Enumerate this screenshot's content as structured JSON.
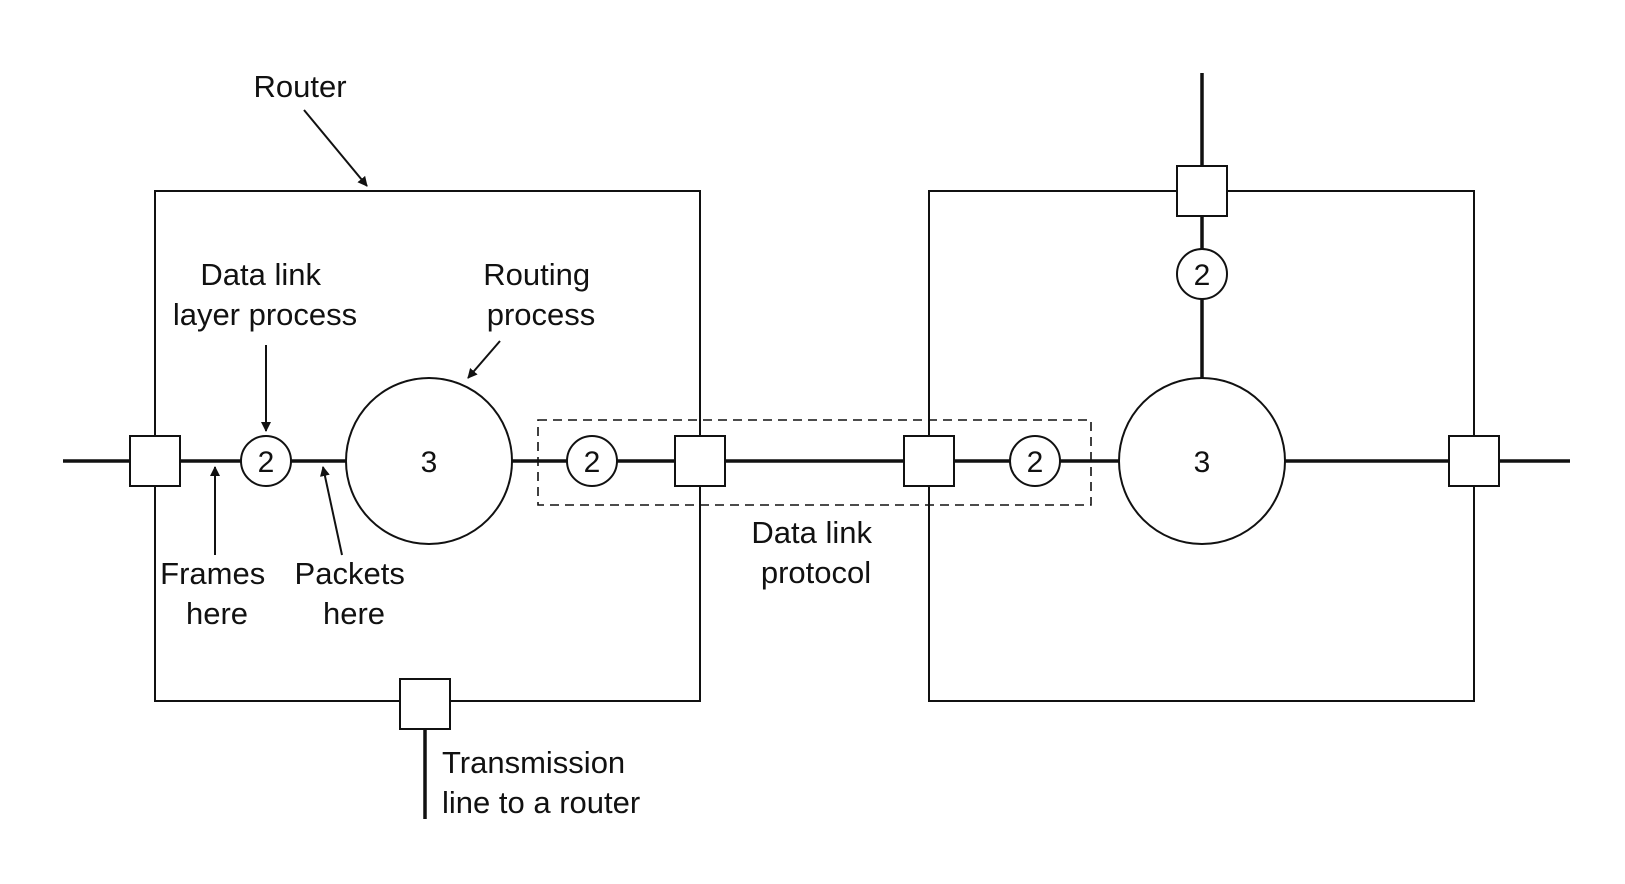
{
  "labels": {
    "router": "Router",
    "data_link_layer_process": [
      "Data link",
      "layer process"
    ],
    "routing_process": [
      "Routing",
      "process"
    ],
    "frames_here": [
      "Frames",
      "here"
    ],
    "packets_here": [
      "Packets",
      "here"
    ],
    "data_link_protocol": [
      "Data link",
      "protocol"
    ],
    "transmission_line": [
      "Transmission",
      "line to a router"
    ]
  },
  "process_numbers": {
    "data_link": "2",
    "routing": "3"
  },
  "colors": {
    "ink": "#111111",
    "background": "#ffffff"
  }
}
